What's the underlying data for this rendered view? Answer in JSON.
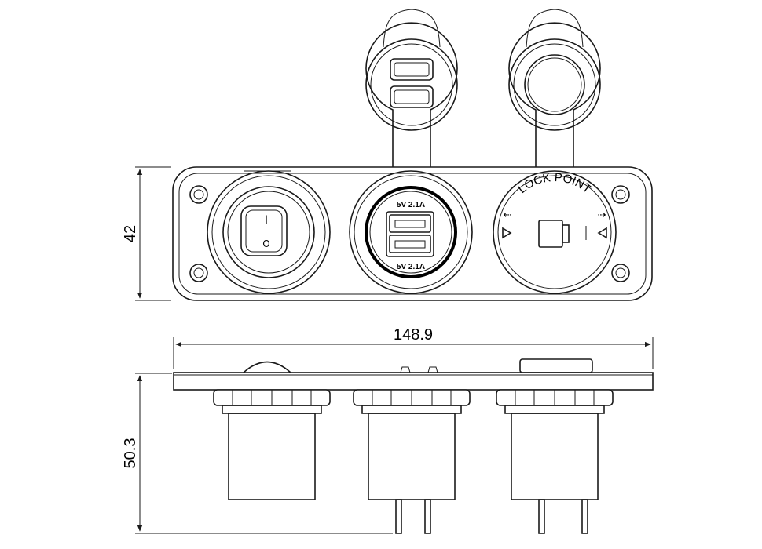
{
  "dimensions": {
    "height": "42",
    "width": "148.9",
    "depth": "50.3"
  },
  "usb_socket": {
    "top_label": "5V 2.1A",
    "bottom_label": "5V 2.1A"
  },
  "lighter_socket": {
    "lock_label": "LOCK POINT"
  },
  "rocker_switch": {
    "on_mark": "I",
    "off_mark": "O"
  },
  "colors": {
    "line": "#1a1a1a",
    "background": "#ffffff"
  }
}
